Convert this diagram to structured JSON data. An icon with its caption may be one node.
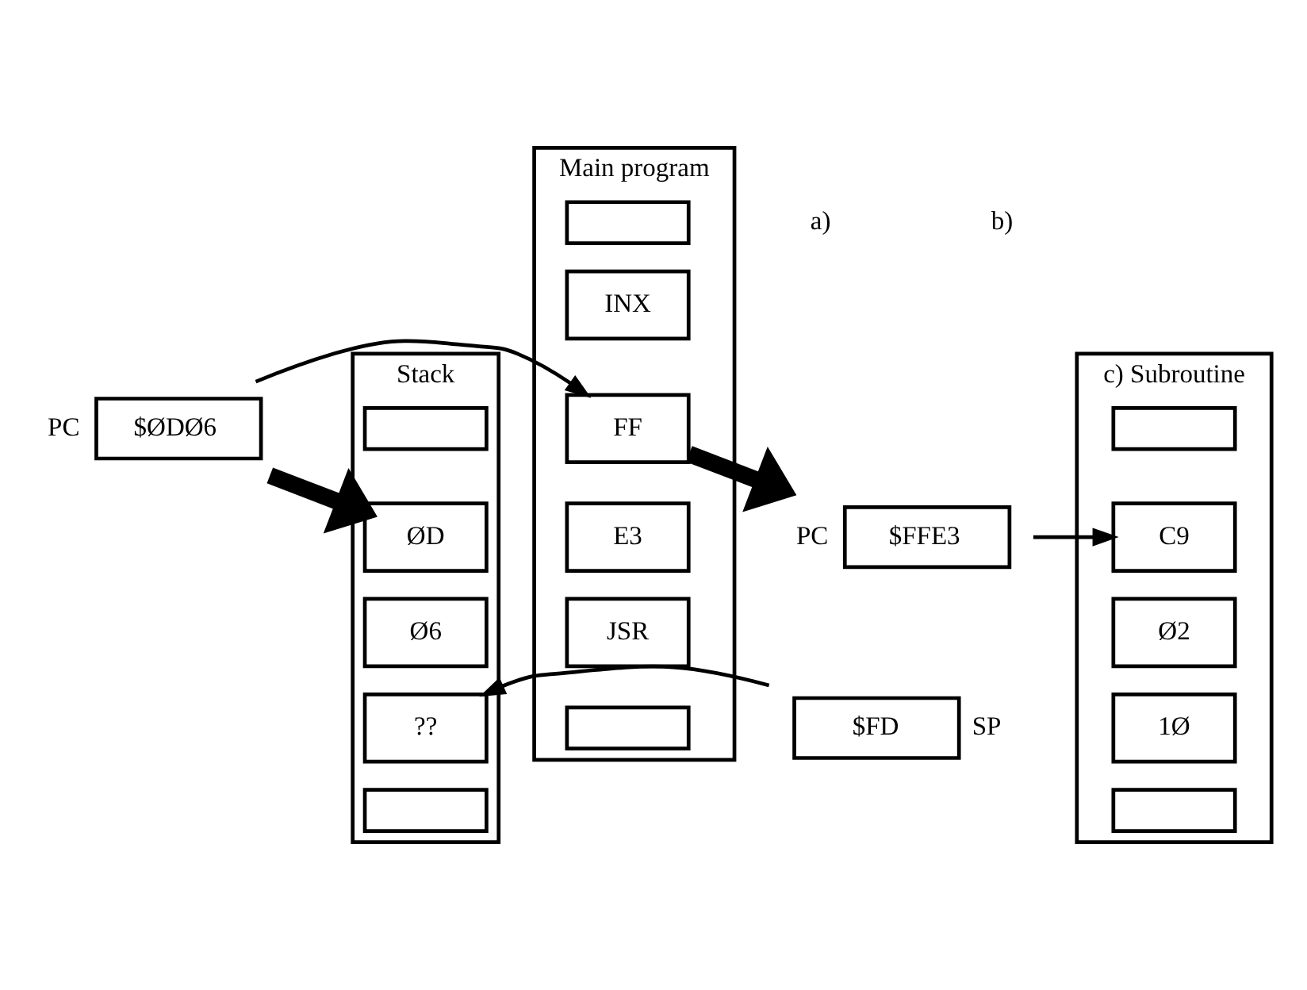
{
  "diagram": {
    "nodes": [
      {
        "text": [
          "$ØDØ6"
        ],
        "beside": [
          "PC"
        ]
      },
      {
        "text": [
          "Main program"
        ]
      },
      {
        "text": [],
        "shape": "box",
        "in": 1
      },
      {
        "text": [
          "INX"
        ],
        "in": 1
      },
      {
        "text": [
          "FF"
        ],
        "in": 1
      },
      {
        "text": [
          "E3"
        ],
        "in": 1
      },
      {
        "text": [
          "JSR"
        ],
        "in": 1
      },
      {
        "text": [],
        "shape": "box",
        "in": 1
      },
      {
        "text": [
          "Stack"
        ]
      },
      {
        "text": [],
        "shape": "box",
        "in": 8
      },
      {
        "text": [
          "ØD"
        ],
        "in": 8
      },
      {
        "text": [
          "Ø6"
        ],
        "in": 8
      },
      {
        "text": [
          "??"
        ],
        "in": 8
      },
      {
        "text": [],
        "shape": "box",
        "in": 8
      },
      {
        "text": [
          "$FD"
        ],
        "beside": [
          "SP"
        ]
      },
      {
        "text": [
          "$FFE3"
        ],
        "beside": [
          "PC"
        ]
      },
      {
        "text": [
          "c) Subroutine"
        ]
      },
      {
        "text": [],
        "shape": "box",
        "in": 16
      },
      {
        "text": [
          "C9"
        ],
        "in": 16
      },
      {
        "text": [
          "Ø2"
        ],
        "in": 16
      },
      {
        "text": [
          "1Ø"
        ],
        "in": 16
      },
      {
        "text": [],
        "shape": "box",
        "in": 16
      }
    ],
    "edges": [
      {
        "from": 0,
        "to": 4,
        "arrow": "to"
      },
      {
        "from": 0,
        "to": 10,
        "arrow": "to",
        "style": "thick"
      },
      {
        "from": 4,
        "to": 15,
        "arrow": "to",
        "style": "thick"
      },
      {
        "from": 14,
        "to": 12,
        "arrow": "to"
      },
      {
        "from": 15,
        "to": 18,
        "arrow": "to"
      }
    ],
    "labels": [
      "a)",
      "b)"
    ]
  }
}
